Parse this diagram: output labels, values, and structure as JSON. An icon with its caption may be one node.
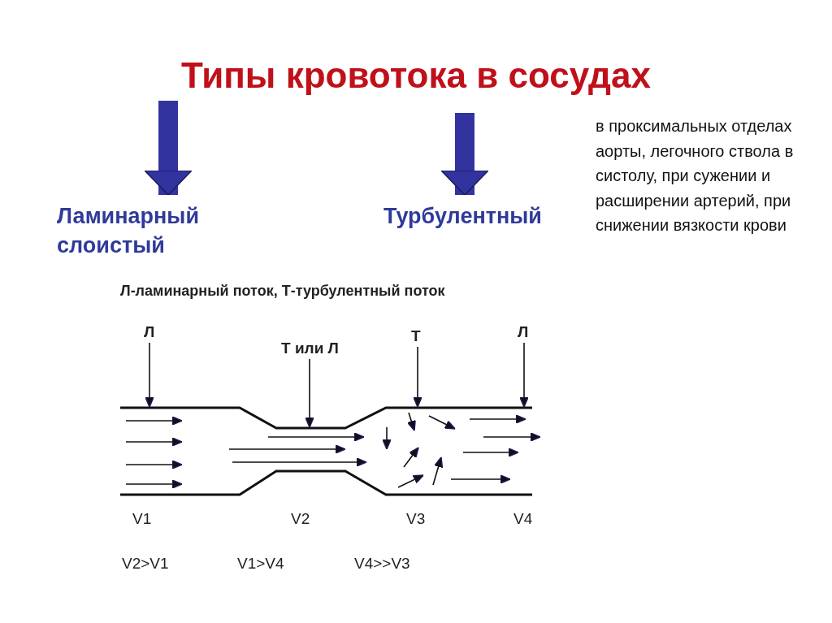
{
  "diagram": {
    "title": "Типы кровотока в сосудах",
    "nodes": [
      {
        "text": [
          "Ламинарный слоистый"
        ]
      },
      {
        "text": [
          "Турбулентный"
        ]
      },
      {
        "text": [
          "Л"
        ]
      },
      {
        "text": [
          "Т или Л"
        ]
      },
      {
        "text": [
          "Т"
        ]
      },
      {
        "text": [
          "Л"
        ]
      },
      {
        "text": [],
        "shape": "picture"
      }
    ],
    "edges": [
      {
        "from": null,
        "to": 0,
        "arrow": "to",
        "style": "thick",
        "color": "#3333a0"
      },
      {
        "from": null,
        "to": 1,
        "arrow": "to",
        "style": "thick",
        "color": "#3333a0"
      },
      {
        "from": 2,
        "to": 6,
        "arrow": "to"
      },
      {
        "from": 3,
        "to": 6,
        "arrow": "to"
      },
      {
        "from": 4,
        "to": 6,
        "arrow": "to"
      },
      {
        "from": 5,
        "to": 6,
        "arrow": "to"
      }
    ],
    "labels": [
      "в проксимальных отделах аорты, легочного ствола в систолу, при сужении и расширении артерий, при снижении вязкости крови",
      "Л-ламинарный поток, Т-турбулентный поток",
      "V1",
      "V2",
      "V3",
      "V4",
      "V2>V1",
      "V1>V4",
      "V4>>V3"
    ]
  }
}
